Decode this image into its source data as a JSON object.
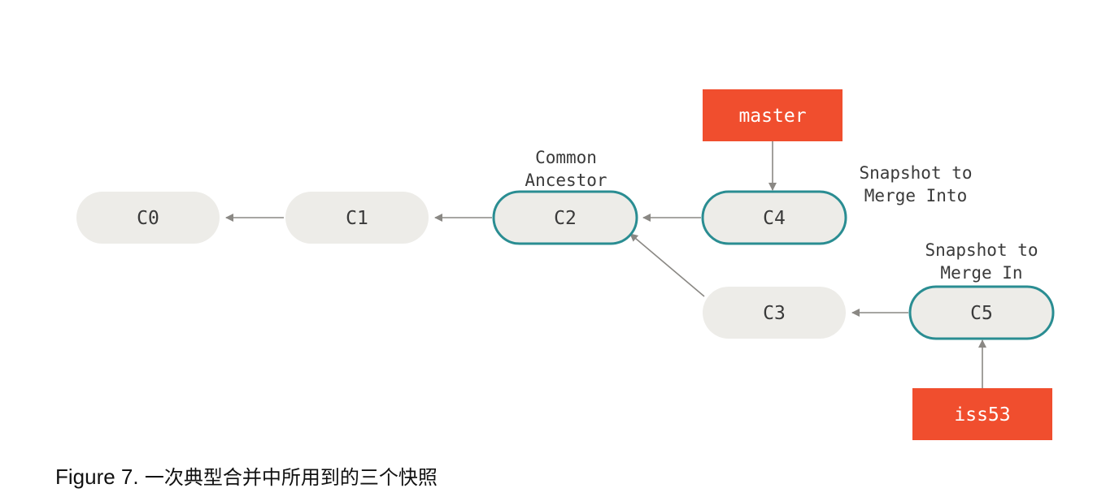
{
  "commits": [
    {
      "id": "c0",
      "label": "C0",
      "highlighted": false
    },
    {
      "id": "c1",
      "label": "C1",
      "highlighted": false
    },
    {
      "id": "c2",
      "label": "C2",
      "highlighted": true
    },
    {
      "id": "c4",
      "label": "C4",
      "highlighted": true
    },
    {
      "id": "c3",
      "label": "C3",
      "highlighted": false
    },
    {
      "id": "c5",
      "label": "C5",
      "highlighted": true
    }
  ],
  "branches": [
    {
      "id": "master",
      "label": "master",
      "points_to": "c4"
    },
    {
      "id": "iss53",
      "label": "iss53",
      "points_to": "c5"
    }
  ],
  "parent_edges": [
    {
      "from": "c1",
      "to": "c0"
    },
    {
      "from": "c2",
      "to": "c1"
    },
    {
      "from": "c4",
      "to": "c2"
    },
    {
      "from": "c3",
      "to": "c2"
    },
    {
      "from": "c5",
      "to": "c3"
    }
  ],
  "annotations": {
    "common_ancestor": [
      "Common",
      "Ancestor"
    ],
    "merge_into": [
      "Snapshot to",
      "Merge Into"
    ],
    "merge_in": [
      "Snapshot to",
      "Merge In"
    ]
  },
  "caption": {
    "figure": "Figure 7.",
    "text": "一次典型合并中所用到的三个快照"
  },
  "colors": {
    "node_fill": "#edece8",
    "highlight_stroke": "#2a8d92",
    "branch_fill": "#f04e2e",
    "branch_text": "#ffffff",
    "arrow": "#8a8884",
    "text": "#3a3a3a"
  }
}
